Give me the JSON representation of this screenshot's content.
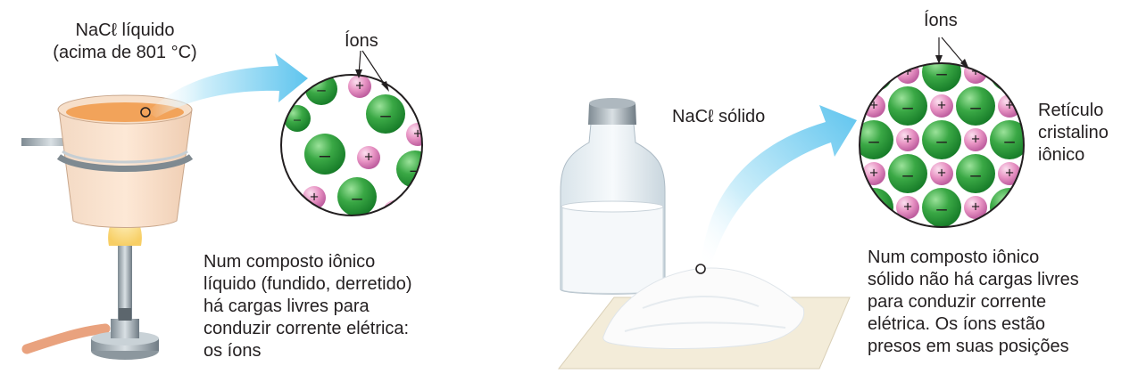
{
  "left": {
    "title_line1": "NaCℓ líquido",
    "title_line2": "(acima de 801 °C)",
    "ions_label": "Íons",
    "description": [
      "Num composto iônico",
      "líquido (fundido, derretido)",
      "há cargas livres para",
      "conduzir corrente elétrica:",
      "os íons"
    ]
  },
  "right": {
    "title": "NaCℓ sólido",
    "ions_label": "Íons",
    "lattice_label": [
      "Retículo",
      "cristalino",
      "iônico"
    ],
    "description": [
      "Num composto iônico",
      "sólido não há cargas livres",
      "para conduzir corrente",
      "elétrica. Os íons estão",
      "presos em suas posições"
    ]
  },
  "symbols": {
    "cation": "+",
    "anion": "–"
  },
  "colors": {
    "anion": "#2e9e3b",
    "cation": "#e58ec0",
    "arrow": "#7fcdf0",
    "molten": "#f2a35a"
  }
}
